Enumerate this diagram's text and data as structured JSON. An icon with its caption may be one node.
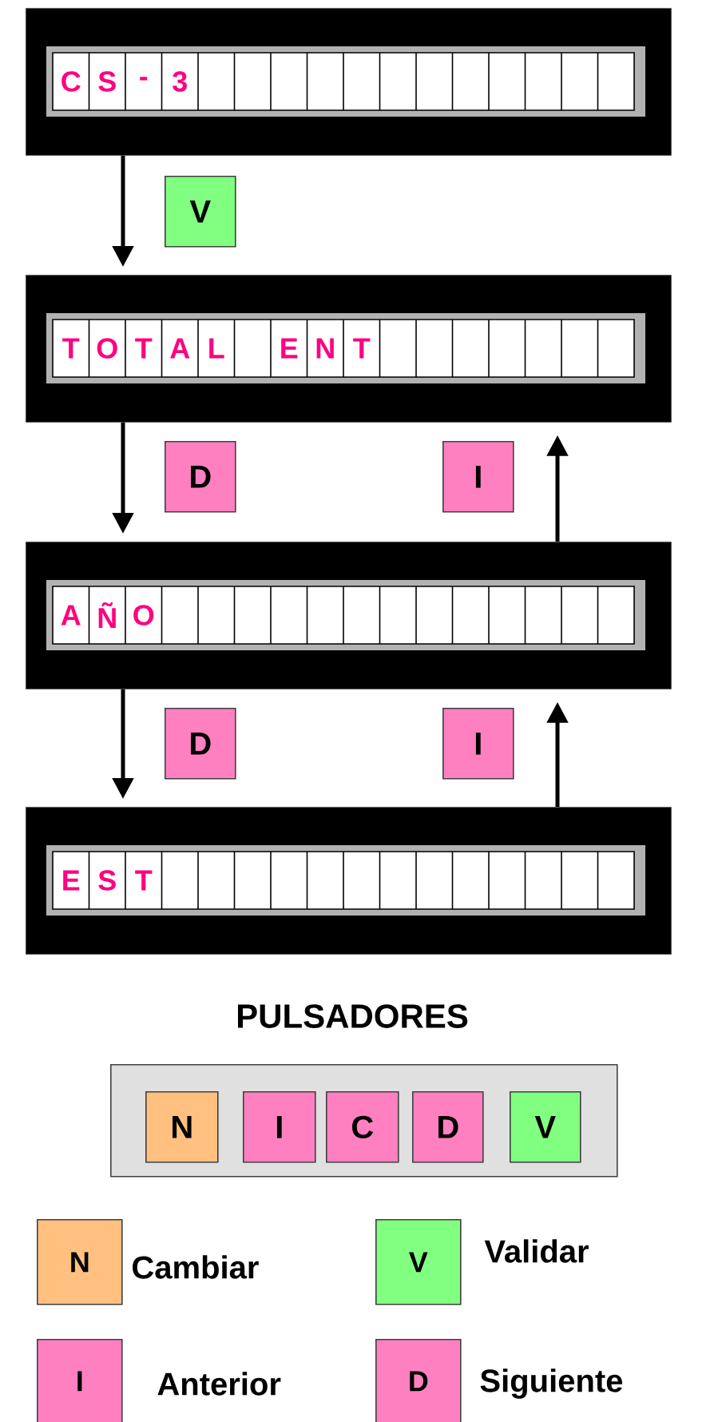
{
  "diagram": {
    "nodes": [
      {
        "text": [
          "C",
          "S",
          "-",
          "3"
        ]
      },
      {
        "text": [
          "V"
        ]
      },
      {
        "text": [
          "T",
          "O",
          "T",
          "A",
          "L",
          "E",
          "N",
          "T"
        ]
      },
      {
        "text": [
          "D"
        ]
      },
      {
        "text": [
          "I"
        ]
      },
      {
        "text": [
          "A",
          "Ñ",
          "O"
        ]
      },
      {
        "text": [
          "D"
        ]
      },
      {
        "text": [
          "I"
        ]
      },
      {
        "text": [
          "E",
          "S",
          "T"
        ]
      },
      {
        "text": [
          "PULSADORES"
        ]
      },
      {
        "text": [
          "N"
        ],
        "in": 9
      },
      {
        "text": [
          "I"
        ],
        "in": 9
      },
      {
        "text": [
          "C"
        ],
        "in": 9
      },
      {
        "text": [
          "D"
        ],
        "in": 9
      },
      {
        "text": [
          "V"
        ],
        "in": 9
      },
      {
        "text": [
          "N"
        ],
        "beside": [
          "Cambiar"
        ]
      },
      {
        "text": [
          "V"
        ],
        "beside": [
          "Validar"
        ]
      },
      {
        "text": [
          "I"
        ],
        "beside": [
          "Anterior"
        ]
      },
      {
        "text": [
          "D"
        ],
        "beside": [
          "Siguiente"
        ]
      }
    ],
    "edges": [
      {
        "from": 0,
        "to": 2,
        "arrow": "to"
      },
      {
        "from": 2,
        "to": 5,
        "arrow": "to"
      },
      {
        "from": 5,
        "to": 2,
        "arrow": "to"
      },
      {
        "from": 5,
        "to": 8,
        "arrow": "to"
      },
      {
        "from": 8,
        "to": 5,
        "arrow": "to"
      }
    ]
  }
}
